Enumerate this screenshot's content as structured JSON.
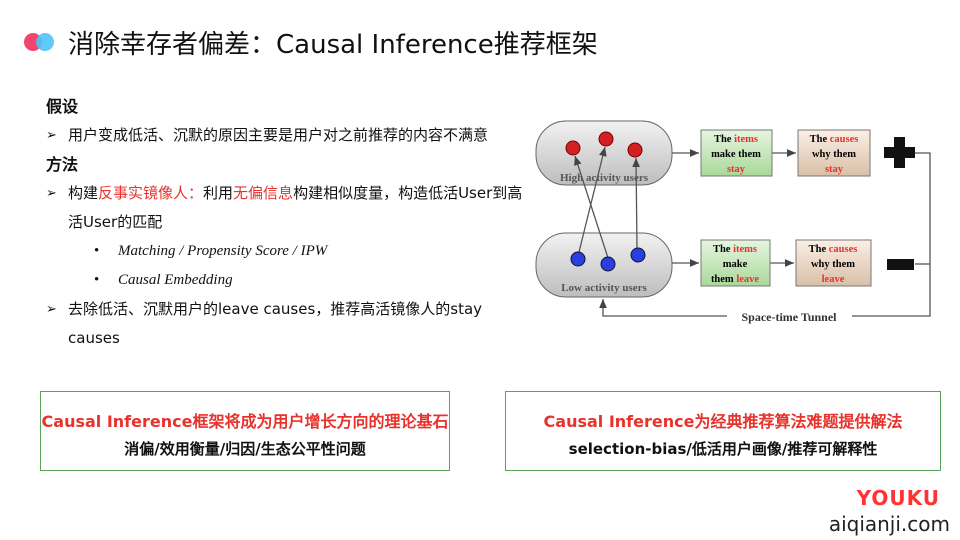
{
  "title": "消除幸存者偏差：Causal Inference推荐框架",
  "colors": {
    "accent": "#e8322b",
    "logo_pink": "#f0466e",
    "logo_blue": "#4fc3f7",
    "border": "#5aa35a"
  },
  "assumption": {
    "heading": "假设",
    "item": "用户变成低活、沉默的原因主要是用户对之前推荐的内容不满意"
  },
  "method": {
    "heading": "方法",
    "item1_a": "构建",
    "item1_red1": "反事实镜像人：",
    "item1_b": "利用",
    "item1_red2": "无偏信息",
    "item1_c": "构建相似度量，构造低活User到高活User的匹配",
    "sub1": "Matching / Propensity Score / IPW",
    "sub2": "Causal Embedding",
    "item2": "去除低活、沉默用户的leave causes，推荐高活镜像人的stay causes"
  },
  "diagram": {
    "high": "High activity users",
    "low": "Low activity users",
    "the": "The",
    "items": "items",
    "make_them": "make them",
    "make": "make",
    "them": "them",
    "stay": "stay",
    "leave": "leave",
    "causes": "causes",
    "why_them": "why them",
    "tunnel": "Space-time Tunnel"
  },
  "box_left": {
    "line1": "Causal Inference框架将成为用户增长方向的理论基石",
    "line2": "消偏/效用衡量/归因/生态公平性问题"
  },
  "box_right": {
    "line1": "Causal Inference为经典推荐算法难题提供解法",
    "line2": "selection-bias/低活用户画像/推荐可解释性"
  },
  "watermark": "aiqianji.com",
  "brand": "YOUKU"
}
